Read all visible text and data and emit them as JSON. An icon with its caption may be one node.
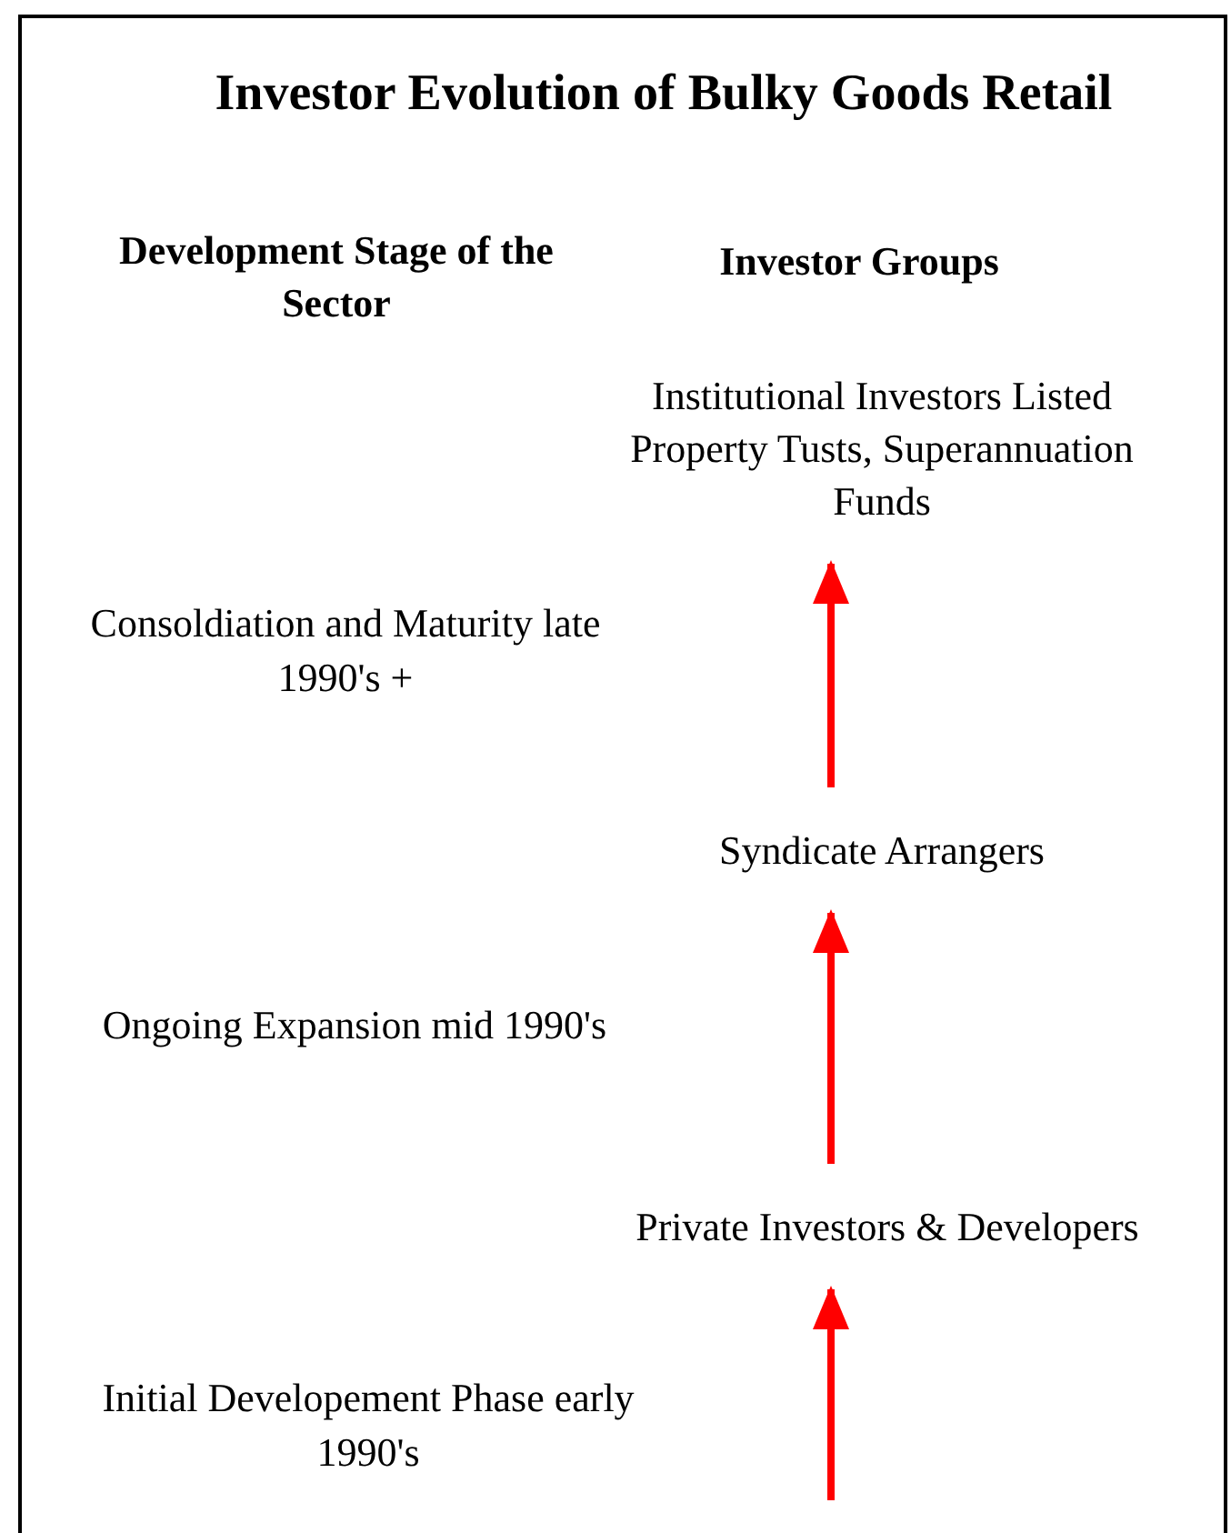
{
  "diagram": {
    "title": "Investor Evolution of Bulky Goods Retail",
    "nodes": [
      {
        "text": [
          "Institutional Investors Listed Property Tusts, Superannuation Funds"
        ]
      },
      {
        "text": [
          "Syndicate Arrangers"
        ]
      },
      {
        "text": [
          "Private Investors & Developers"
        ]
      }
    ],
    "edges": [
      {
        "from": 1,
        "to": 0,
        "arrow": "to"
      },
      {
        "from": 2,
        "to": 1,
        "arrow": "to"
      },
      {
        "from": null,
        "to": 2,
        "arrow": "to"
      }
    ],
    "labels": [
      "Development Stage of the Sector",
      "Investor Groups",
      "Consoldiation and Maturity late 1990's +",
      "Ongoing Expansion mid 1990's",
      "Initial Developement Phase early 1990's"
    ]
  }
}
